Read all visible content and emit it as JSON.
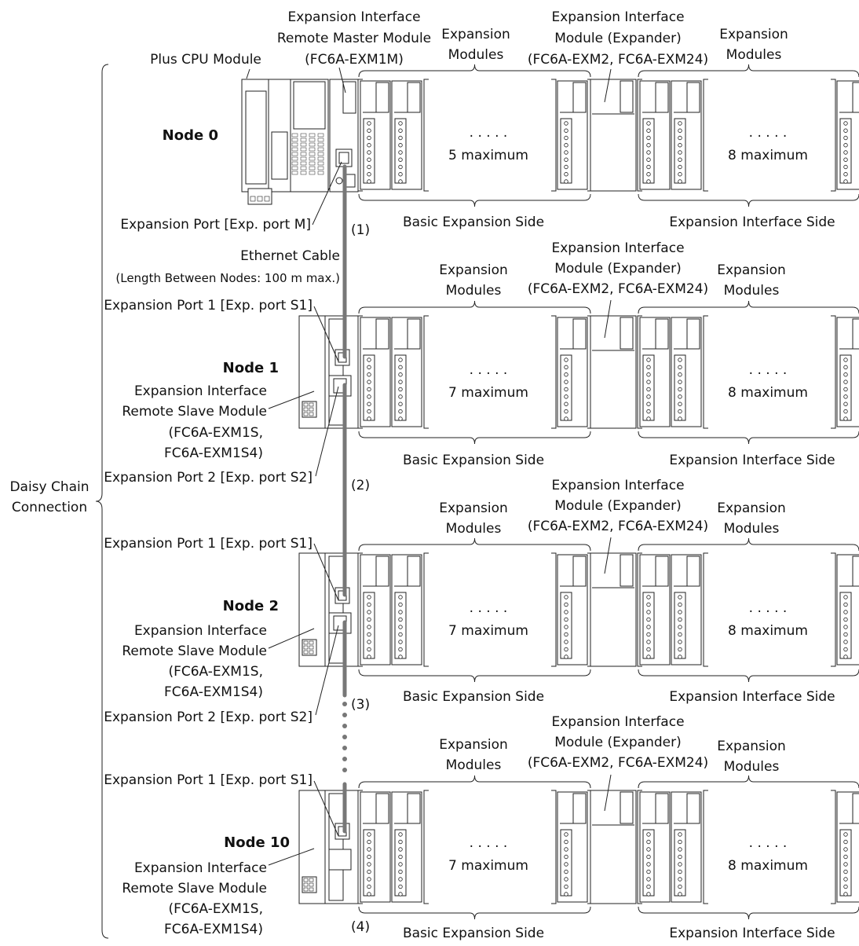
{
  "header": {
    "cpu_module": "Plus CPU Module",
    "master_module": [
      "Expansion Interface",
      "Remote Master Module",
      "(FC6A-EXM1M)"
    ],
    "expansion_modules": [
      "Expansion",
      "Modules"
    ],
    "expander": [
      "Expansion Interface",
      "Module (Expander)",
      "(FC6A-EXM2, FC6A-EXM24)"
    ]
  },
  "labels": {
    "daisy_chain": [
      "Daisy Chain",
      "Connection"
    ],
    "exp_port_m": "Expansion Port [Exp. port M]",
    "exp_port_s1": "Expansion Port 1 [Exp. port S1]",
    "exp_port_s2": "Expansion Port 2 [Exp. port S2]",
    "ethernet_cable": "Ethernet Cable",
    "cable_length": "(Length Between Nodes: 100 m max.)",
    "slave_module": [
      "Expansion Interface",
      "Remote Slave Module",
      "(FC6A-EXM1S,",
      "FC6A-EXM1S4)"
    ],
    "basic_side": "Basic Expansion Side",
    "interface_side": "Expansion Interface Side",
    "dots": "· · · · ·"
  },
  "nodes": [
    {
      "name": "Node 0",
      "left_max": "5 maximum",
      "right_max": "8 maximum",
      "cable": "(1)"
    },
    {
      "name": "Node 1",
      "left_max": "7 maximum",
      "right_max": "8 maximum",
      "cable": "(2)"
    },
    {
      "name": "Node 2",
      "left_max": "7 maximum",
      "right_max": "8 maximum",
      "cable": "(3)"
    },
    {
      "name": "Node 10",
      "left_max": "7 maximum",
      "right_max": "8 maximum",
      "cable": "(4)"
    }
  ],
  "colors": {
    "line": "#222222",
    "cable": "#777777",
    "module_fill": "#ffffff"
  }
}
